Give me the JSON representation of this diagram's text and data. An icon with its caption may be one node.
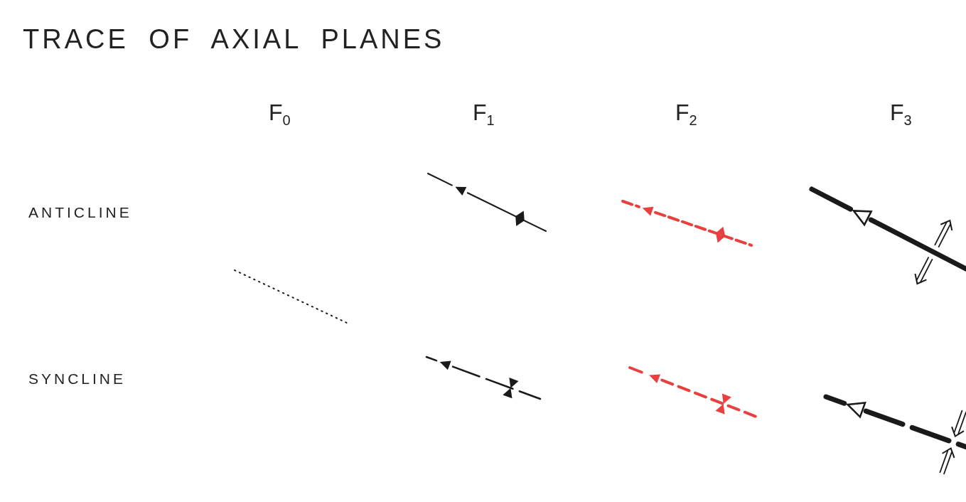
{
  "diagram": {
    "title": "TRACE OF AXIAL PLANES",
    "labels": [
      "F$_{0}$",
      "F$_{1}$",
      "F$_{2}$",
      "F$_{3}$",
      "ANTICLINE",
      "SYNCLINE"
    ]
  }
}
